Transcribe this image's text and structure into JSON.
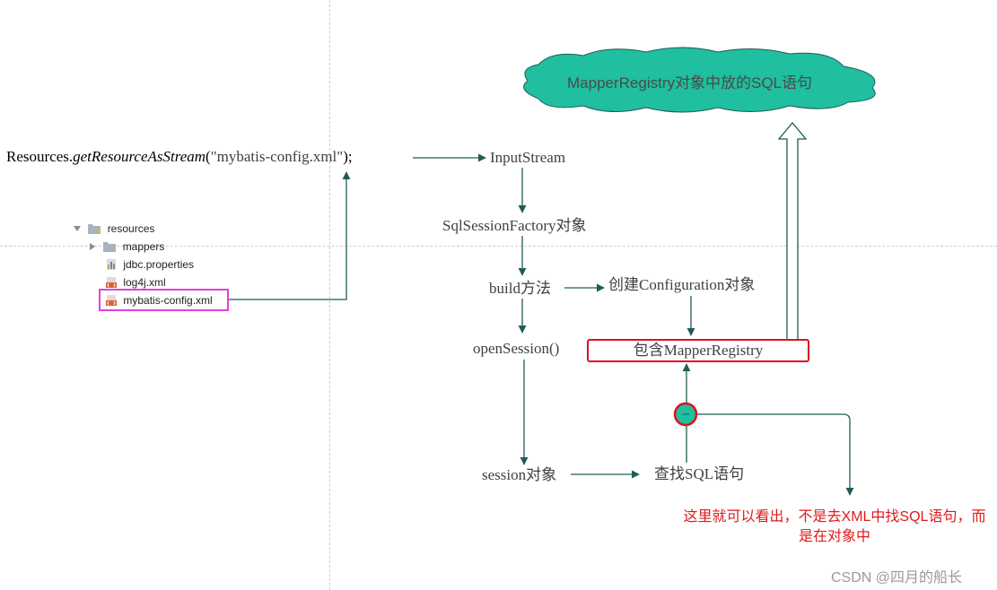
{
  "code": {
    "prefix": "Resources.",
    "method": "getResourceAsStream",
    "open_paren": "(",
    "argument": "\"mybatis-config.xml\"",
    "suffix": ");"
  },
  "nodes": {
    "input_stream": "InputStream",
    "session_factory": "SqlSessionFactory对象",
    "build": "build方法",
    "create_config": "创建Configuration对象",
    "open_session": "openSession()",
    "contains_registry": "包含MapperRegistry",
    "session_object": "session对象",
    "find_sql": "查找SQL语句"
  },
  "cloud": {
    "text": "MapperRegistry对象中放的SQL语句"
  },
  "note": "这里就可以看出，不是去XML中找SQL语句，而是在对象中",
  "file_tree": [
    {
      "label": "resources",
      "icon": "folder-icon",
      "expanded": true
    },
    {
      "label": "mappers",
      "icon": "folder-icon",
      "expanded": false
    },
    {
      "label": "jdbc.properties",
      "icon": "properties-file-icon"
    },
    {
      "label": "log4j.xml",
      "icon": "xml-file-icon"
    },
    {
      "label": "mybatis-config.xml",
      "icon": "xml-file-icon",
      "highlighted": true
    }
  ],
  "watermark": "CSDN @四月的船长",
  "colors": {
    "arrow": "#1f5c55",
    "cloud_fill": "#1fbf9f",
    "highlight_red": "#e0101a",
    "highlight_magenta": "#e040e0",
    "note_red": "#e01a1a"
  }
}
